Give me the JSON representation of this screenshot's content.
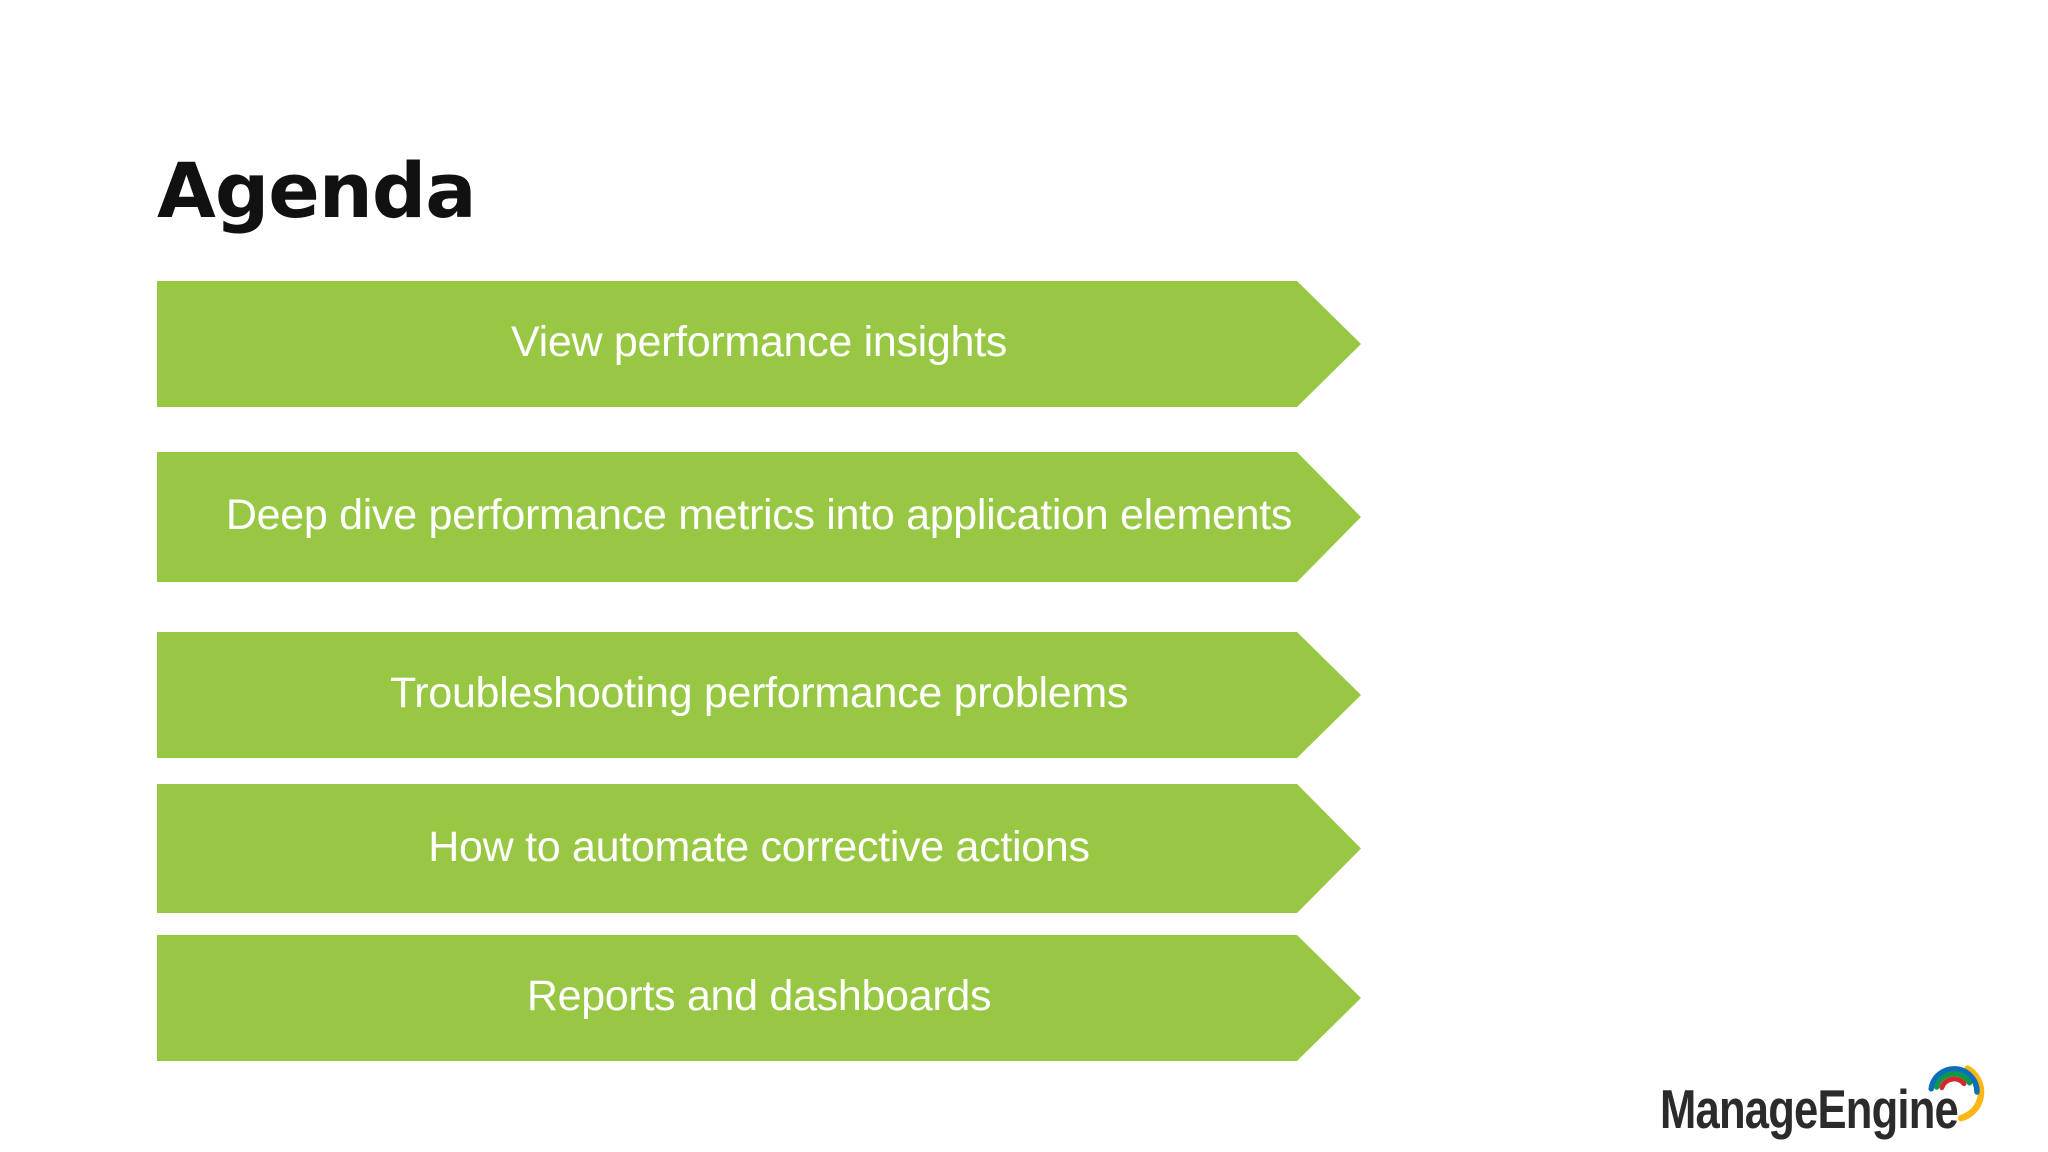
{
  "slide": {
    "title": "Agenda"
  },
  "agenda_items": [
    "View performance insights",
    "Deep dive performance metrics into application elements",
    "Troubleshooting performance problems",
    "How to automate corrective actions",
    "Reports and dashboards"
  ],
  "logo": {
    "text": "ManageEngine"
  },
  "colors": {
    "arrow_green": "#98C843",
    "arrow_text": "#FFFFFF",
    "title_text": "#111111",
    "background": "#FFFFFF",
    "logo_text": "#2B2B2B",
    "logo_swirl_red": "#D7262C",
    "logo_swirl_green": "#089949",
    "logo_swirl_blue": "#0B6EB8",
    "logo_swirl_yellow": "#FDB714"
  }
}
